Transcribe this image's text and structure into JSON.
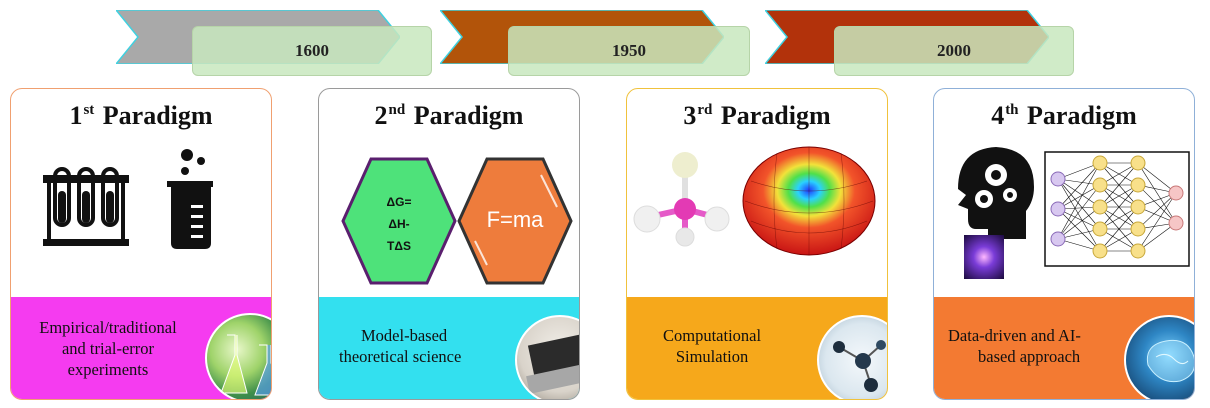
{
  "timeline": {
    "years": [
      "1600",
      "1950",
      "2000"
    ],
    "colors": [
      "#a9a9a9",
      "#b2540a",
      "#b2320b"
    ]
  },
  "paradigms": [
    {
      "ordinal": "1",
      "suffix": "st",
      "word": "Paradigm",
      "label": [
        "Empirical/traditional",
        "and trial-error",
        "experiments"
      ],
      "border": "#f0a070",
      "band": "#f53bf0",
      "icons": [
        "test-tubes-rack-icon",
        "beaker-icon"
      ],
      "photo": "lab-flasks-photo"
    },
    {
      "ordinal": "2",
      "suffix": "nd",
      "word": "Paradigm",
      "label": [
        "Model-based",
        "theoretical science"
      ],
      "border": "#9a9a9a",
      "band": "#33e0ef",
      "equations": {
        "gibbs": [
          "ΔG=",
          "ΔH-",
          "TΔS"
        ],
        "newton": "F=ma"
      },
      "photo": "laptop-desk-photo"
    },
    {
      "ordinal": "3",
      "suffix": "rd",
      "word": "Paradigm",
      "label": [
        "Computational",
        "Simulation"
      ],
      "border": "#f0c23c",
      "band": "#f6a81b",
      "icons": [
        "molecule-model-icon",
        "energy-surface-plot"
      ],
      "photo": "molecules-photo"
    },
    {
      "ordinal": "4",
      "suffix": "th",
      "word": "Paradigm",
      "label": [
        "Data-driven and AI-",
        "based approach"
      ],
      "border": "#8fb0d8",
      "band": "#f37a32",
      "icons": [
        "ai-head-gears-icon",
        "neural-network-diagram"
      ],
      "photo": "digital-brain-photo"
    }
  ]
}
